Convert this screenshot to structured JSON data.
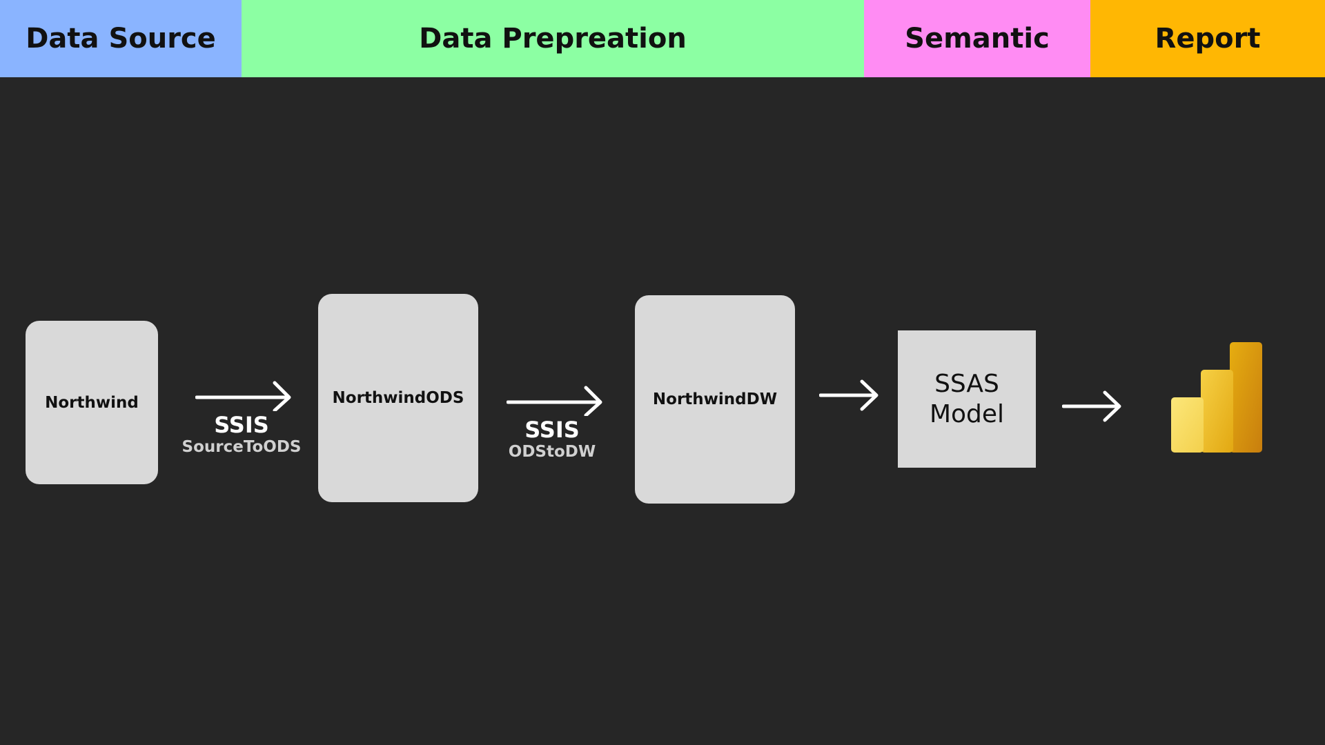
{
  "header": {
    "sections": [
      {
        "label": "Data Source",
        "color": "#8ab4ff"
      },
      {
        "label": "Data Prepreation",
        "color": "#8cffa3"
      },
      {
        "label": "Semantic",
        "color": "#ff8cf3"
      },
      {
        "label": "Report",
        "color": "#ffb703"
      }
    ]
  },
  "flow": {
    "nodes": [
      {
        "label": "Northwind"
      },
      {
        "label": "NorthwindODS"
      },
      {
        "label": "NorthwindDW"
      },
      {
        "label_line1": "SSAS",
        "label_line2": "Model"
      }
    ],
    "transfers": [
      {
        "tool": "SSIS",
        "package": "SourceToODS"
      },
      {
        "tool": "SSIS",
        "package": "ODStoDW"
      }
    ],
    "report_icon": "power-bi-icon"
  },
  "colors": {
    "background": "#262626",
    "node_fill": "#d9d9d9",
    "arrow": "#ffffff"
  }
}
